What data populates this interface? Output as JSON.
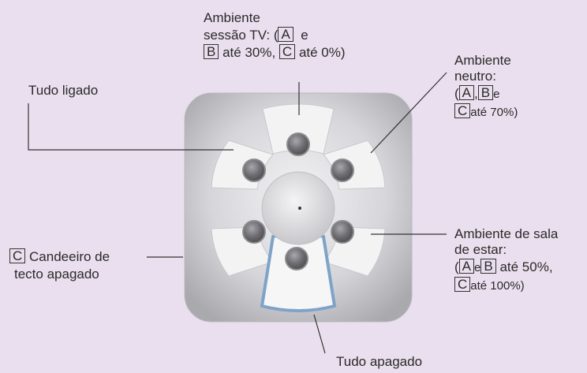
{
  "labels": {
    "tv": {
      "line1": "Ambiente",
      "line2_a": "sessão TV: (",
      "line2_box": "A",
      "line2_b": "  e",
      "line3_box_b": "B",
      "line3_a": "até 30%,",
      "line3_box_c": "C",
      "line3_b": "até 0%)"
    },
    "all_on": {
      "text": "Tudo ligado"
    },
    "neutro": {
      "line1": "Ambiente",
      "line2": "neutro:",
      "line3_open": "(",
      "line3_box_a": "A",
      "line3_comma": ",",
      "line3_box_b": "B",
      "line3_e": "e",
      "line4_box_c": "C",
      "line4_text": "até 70%)"
    },
    "candeeiro": {
      "box": "C",
      "line1": "Candeeiro de",
      "line2": "tecto apagado"
    },
    "sala": {
      "line1": "Ambiente de sala",
      "line2": "de estar:",
      "line3_open": "(",
      "line3_box_a": "A",
      "line3_e": "e",
      "line3_box_b": "B",
      "line3_text": "até 50%,",
      "line4_box_c": "C",
      "line4_text": "até 100%)"
    },
    "all_off": {
      "text": "Tudo apagado"
    }
  },
  "colors": {
    "background": "#eadfee",
    "panel": "#d9d9dc",
    "key": "#f4f4f4",
    "led": "#6e6e72",
    "selected_glow": "#7fa3c8"
  },
  "icons": {
    "device": "scene-control-switch",
    "selected_key": "bottom-key-illuminated"
  }
}
